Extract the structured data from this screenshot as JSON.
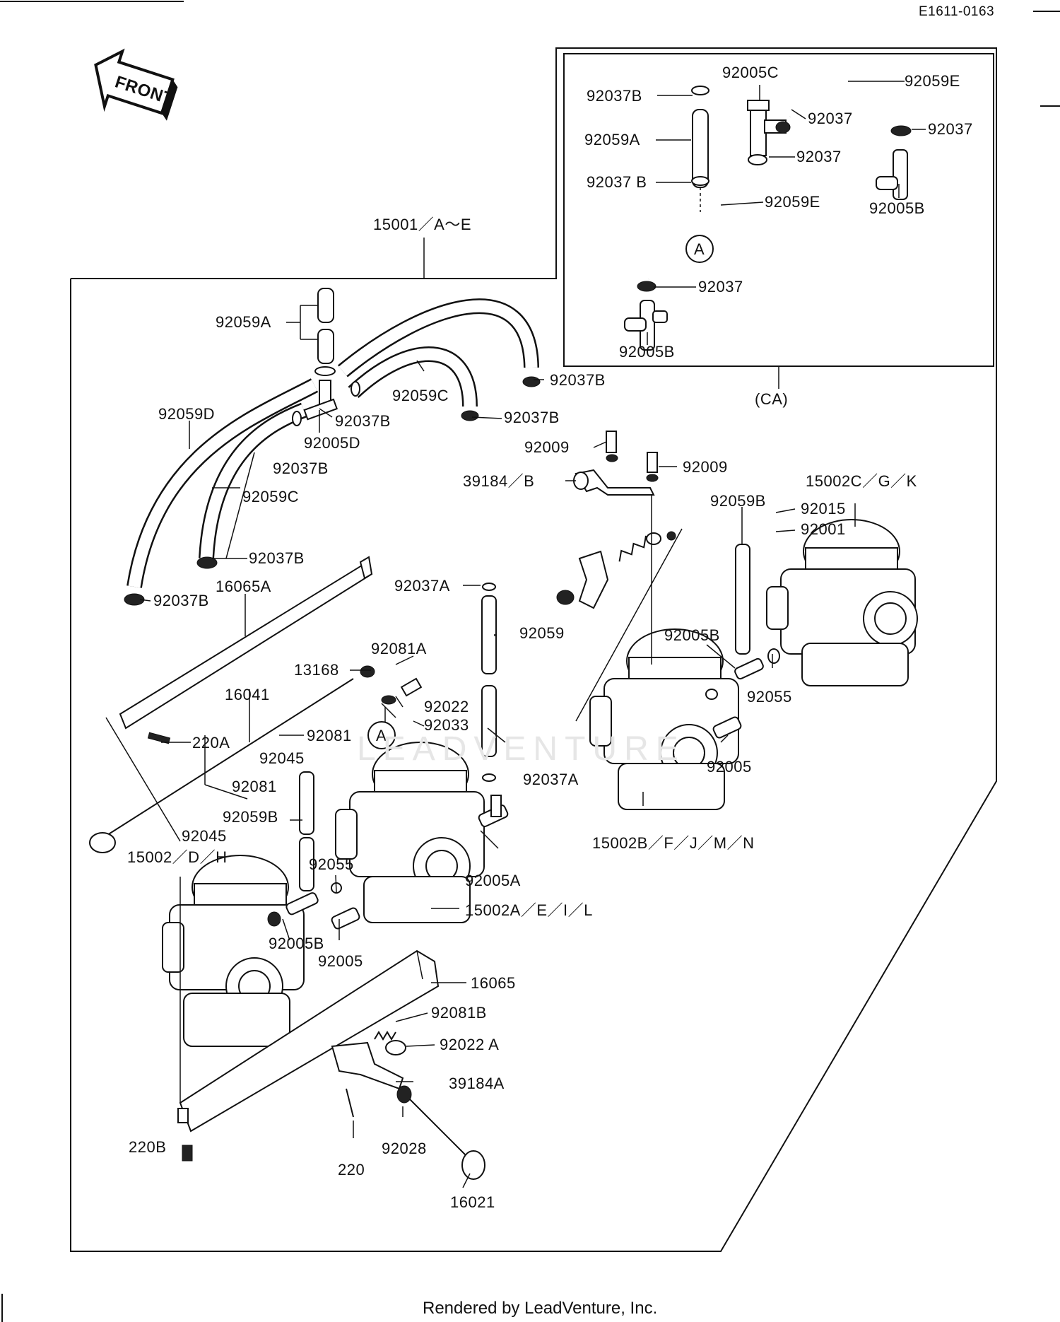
{
  "code": "E1611-0163",
  "front_label": "FRONT",
  "footer": "Rendered by LeadVenture, Inc.",
  "watermark": "LEADVENTURE",
  "callout_A": "A",
  "labels": {
    "l01": "15001／A～E",
    "l02": "(CA)",
    "l03": "92037B",
    "l04": "92005C",
    "l05": "92059E",
    "l06": "92037",
    "l07": "92059A",
    "l08": "92037",
    "l09": "92037",
    "l10": "92037 B",
    "l11": "92059E",
    "l12": "92005B",
    "l13": "92037",
    "l14": "92005B",
    "l15": "92059A",
    "l16": "92037B",
    "l17": "92059C",
    "l18": "92037B",
    "l19": "92059D",
    "l20": "92037B",
    "l21": "92005D",
    "l22": "92037B",
    "l23": "92059C",
    "l24": "92037B",
    "l25": "92037B",
    "l26": "16065A",
    "l27": "92009",
    "l28": "92009",
    "l29": "39184／B",
    "l30": "15002C／G／K",
    "l31": "92059B",
    "l32": "92015",
    "l33": "92001",
    "l34": "92037A",
    "l35": "92059",
    "l36": "92005B",
    "l37": "92055",
    "l38": "92081A",
    "l39": "13168",
    "l40": "16041",
    "l41": "92022",
    "l42": "92033",
    "l43": "220A",
    "l44": "92081",
    "l45": "92045",
    "l46": "92037A",
    "l47": "92005",
    "l48": "92081",
    "l49": "92059B",
    "l50": "15002B／F／J／M／N",
    "l51": "92045",
    "l52": "15002／D／H",
    "l53": "92055",
    "l54": "92005A",
    "l55": "15002A／E／I／L",
    "l56": "92005B",
    "l57": "92005",
    "l58": "16065",
    "l59": "92081B",
    "l60": "92022 A",
    "l61": "39184A",
    "l62": "220B",
    "l63": "92028",
    "l64": "220",
    "l65": "16021"
  }
}
